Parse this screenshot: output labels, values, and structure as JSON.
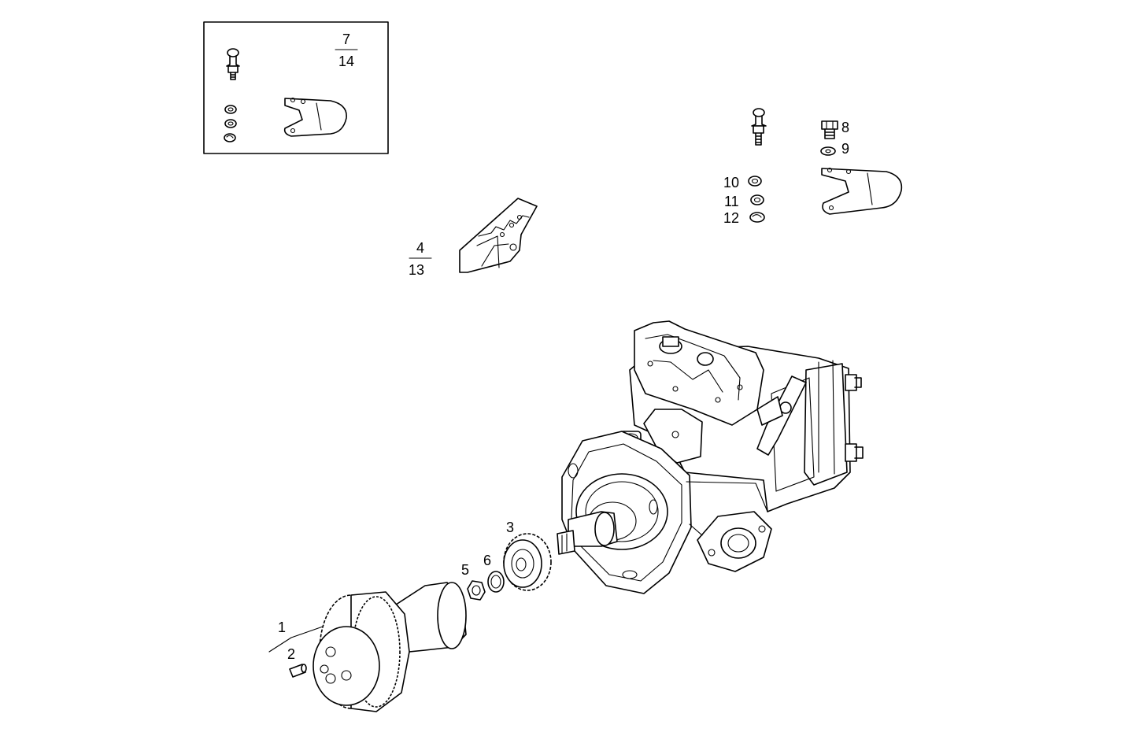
{
  "colors": {
    "line": "#000000",
    "background": "#ffffff"
  },
  "callouts": {
    "c1": "1",
    "c2": "2",
    "c3": "3",
    "c4_top": "4",
    "c4_bottom": "13",
    "c5": "5",
    "c6": "6",
    "c7_top": "7",
    "c7_bottom": "14",
    "c8": "8",
    "c9": "9",
    "c10": "10",
    "c11": "11",
    "c12": "12"
  }
}
